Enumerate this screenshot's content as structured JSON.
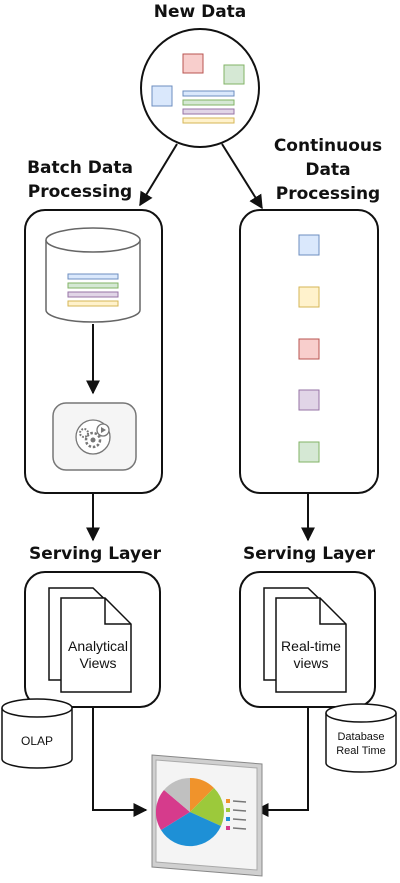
{
  "title": "New Data",
  "left": {
    "heading_line1": "Batch Data",
    "heading_line2": "Processing",
    "serving_title": "Serving Layer",
    "doc_line1": "Analytical",
    "doc_line2": "Views",
    "db_label": "OLAP"
  },
  "right": {
    "heading_line1": "Continuous",
    "heading_line2": "Data",
    "heading_line3": "Processing",
    "serving_title": "Serving Layer",
    "doc_line1": "Real-time",
    "doc_line2": "views",
    "db_line1": "Database",
    "db_line2": "Real Time"
  },
  "colors": {
    "blue": "#dae8fc",
    "blue_stroke": "#6c8ebf",
    "green": "#d5e8d4",
    "green_stroke": "#82b366",
    "red": "#f8cecc",
    "red_stroke": "#b85450",
    "yellow": "#fff2cc",
    "yellow_stroke": "#d6b656",
    "purple": "#e1d5e7",
    "purple_stroke": "#9673a6"
  },
  "icons": [
    "cylinder-icon",
    "gear-process-icon",
    "document-stack-icon",
    "dashboard-pie-chart-icon"
  ]
}
